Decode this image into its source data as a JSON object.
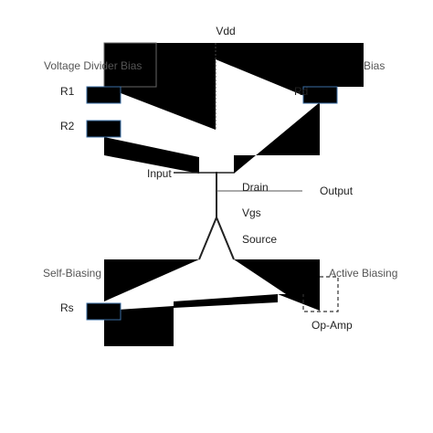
{
  "labels": {
    "vdd": "Vdd",
    "voltage_divider_bias": "Voltage Divider Bias",
    "drain_feedback_bias": "Bias",
    "r1": "R1",
    "r2": "R2",
    "rd": "Rd",
    "input": "Input",
    "drain": "Drain",
    "output": "Output",
    "vgs": "Vgs",
    "source": "Source",
    "self_biasing": "Self-Biasing",
    "rs": "Rs",
    "active_biasing": "Active Biasing",
    "op_amp": "Op-Amp"
  },
  "colors": {
    "fill": "#000000",
    "resistor_border": "#3a6ea5",
    "wire": "#222222",
    "dashed": "#333333",
    "text": "#222222",
    "text_muted": "#555555"
  }
}
